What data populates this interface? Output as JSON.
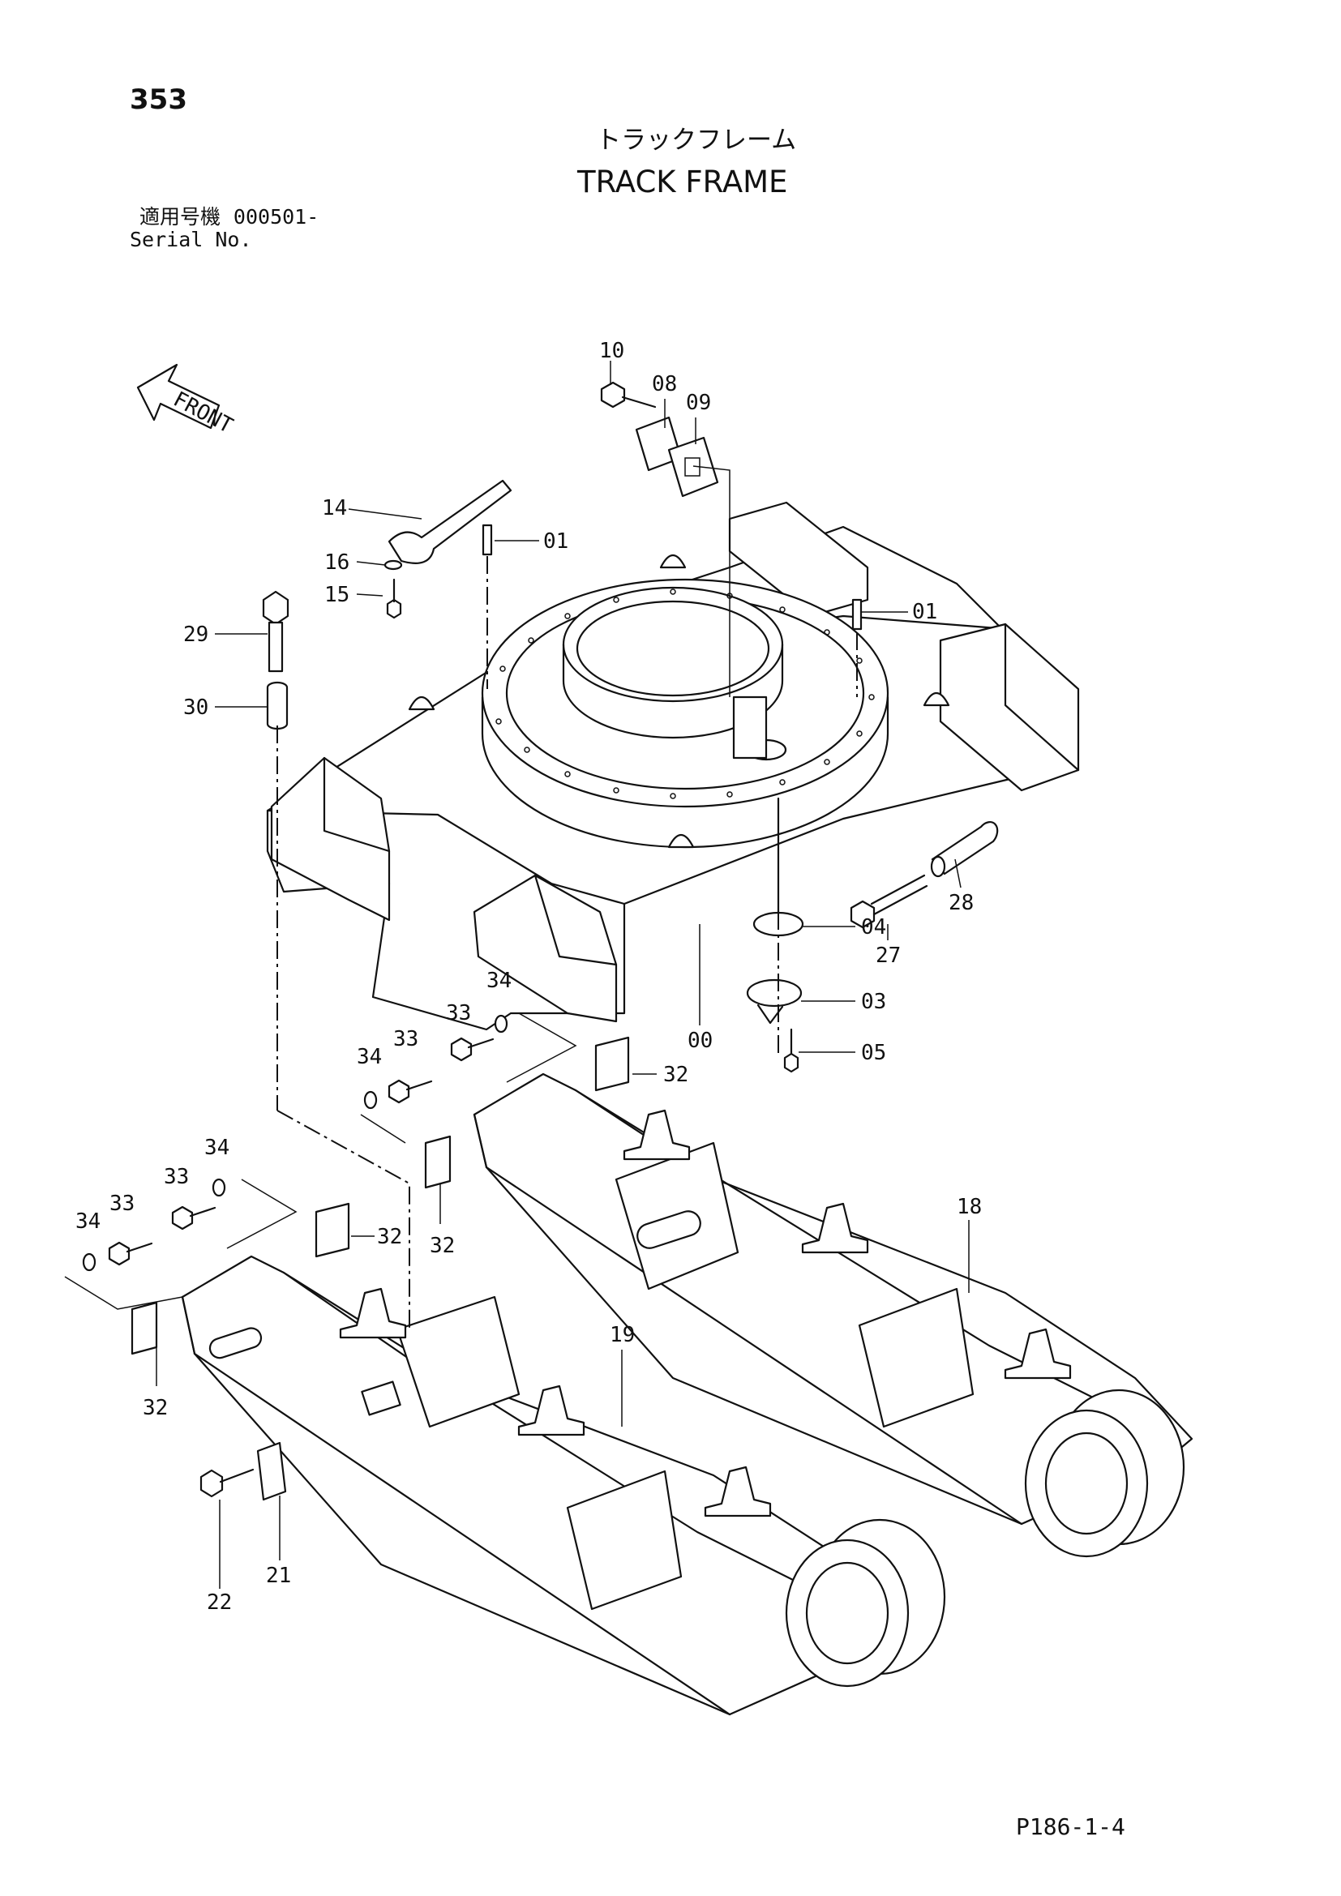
{
  "header": {
    "page_number": "353",
    "title_jp": "トラックフレーム",
    "title_en": "TRACK FRAME",
    "serial_label_jp": "適用号機",
    "serial_value": "000501-",
    "serial_label_en": "Serial No."
  },
  "front_arrow": {
    "label": "FRONT"
  },
  "callouts": {
    "c00": "00",
    "c01a": "01",
    "c01b": "01",
    "c03": "03",
    "c04": "04",
    "c05": "05",
    "c08": "08",
    "c09": "09",
    "c10": "10",
    "c14": "14",
    "c15": "15",
    "c16": "16",
    "c18": "18",
    "c19": "19",
    "c21": "21",
    "c22": "22",
    "c27": "27",
    "c28": "28",
    "c29": "29",
    "c30": "30",
    "c32a": "32",
    "c32b": "32",
    "c32c": "32",
    "c32d": "32",
    "c33a": "33",
    "c33b": "33",
    "c33c": "33",
    "c33d": "33",
    "c34a": "34",
    "c34b": "34",
    "c34c": "34",
    "c34d": "34"
  },
  "footer": {
    "code": "P186-1-4"
  }
}
